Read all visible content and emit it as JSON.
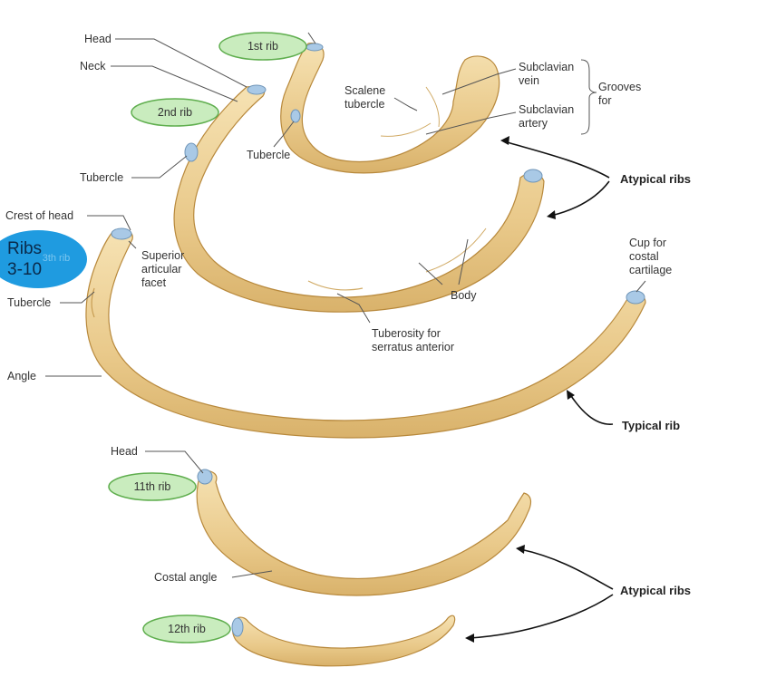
{
  "ovals": {
    "rib1": "1st rib",
    "rib2": "2nd rib",
    "rib11": "11th rib",
    "rib12": "12th rib"
  },
  "blue_label": {
    "line1": "Ribs",
    "line2": "3-10",
    "faded": "3th rib"
  },
  "labels": {
    "head_top": "Head",
    "neck": "Neck",
    "tubercle_rib2": "Tubercle",
    "tubercle_rib1": "Tubercle",
    "scalene_1": "Scalene",
    "scalene_2": "tubercle",
    "subclavian_vein_1": "Subclavian",
    "subclavian_vein_2": "vein",
    "subclavian_artery_1": "Subclavian",
    "subclavian_artery_2": "artery",
    "grooves_1": "Grooves",
    "grooves_2": "for",
    "atypical_top": "Atypical ribs",
    "crest_of_head": "Crest of head",
    "superior_1": "Superior",
    "superior_2": "articular",
    "superior_3": "facet",
    "tubercle_typical": "Tubercle",
    "angle": "Angle",
    "body": "Body",
    "tuberosity_1": "Tuberosity for",
    "tuberosity_2": "serratus anterior",
    "cup_1": "Cup for",
    "cup_2": "costal",
    "cup_3": "cartilage",
    "typical_rib": "Typical rib",
    "head_11": "Head",
    "costal_angle": "Costal angle",
    "atypical_bottom": "Atypical ribs"
  },
  "colors": {
    "bone": "#efd49a",
    "cartilage": "#a9c9e6",
    "oval_fill": "#c9ecbe",
    "blue_badge": "#1f9be0"
  }
}
